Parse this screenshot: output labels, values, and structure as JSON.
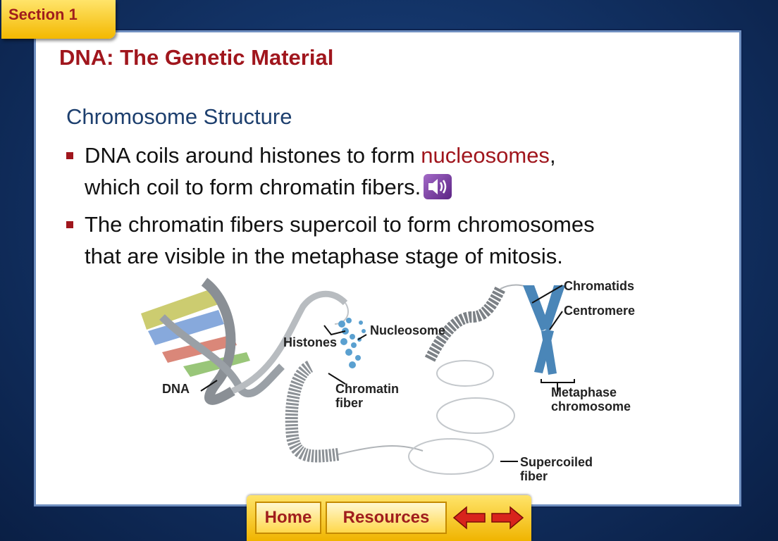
{
  "section": {
    "label": "Section 1"
  },
  "slide": {
    "title": "DNA: The Genetic Material",
    "subheading": "Chromosome Structure",
    "bullets": [
      {
        "line1_before": "DNA coils around histones to form ",
        "line1_highlight": "nucleosomes",
        "line1_after": ",",
        "line2": "which coil to form chromatin fibers."
      },
      {
        "line1": "The chromatin fibers supercoil to form chromosomes",
        "line2": "that are visible in the metaphase stage of mitosis."
      }
    ],
    "audio_icon": "speaker-icon"
  },
  "figure": {
    "labels": {
      "dna": "DNA",
      "histones": "Histones",
      "nucleosome": "Nucleosome",
      "chromatin_1": "Chromatin",
      "chromatin_2": "fiber",
      "chromatids": "Chromatids",
      "centromere": "Centromere",
      "metaphase_1": "Metaphase",
      "metaphase_2": "chromosome",
      "supercoiled_1": "Supercoiled",
      "supercoiled_2": "fiber"
    }
  },
  "nav": {
    "home": "Home",
    "resources": "Resources",
    "prev_icon": "arrow-left-icon",
    "next_icon": "arrow-right-icon"
  },
  "colors": {
    "title": "#a0161d",
    "subheading": "#1d3f6e",
    "nav_gold": "#f0b400",
    "background": "#133468"
  }
}
